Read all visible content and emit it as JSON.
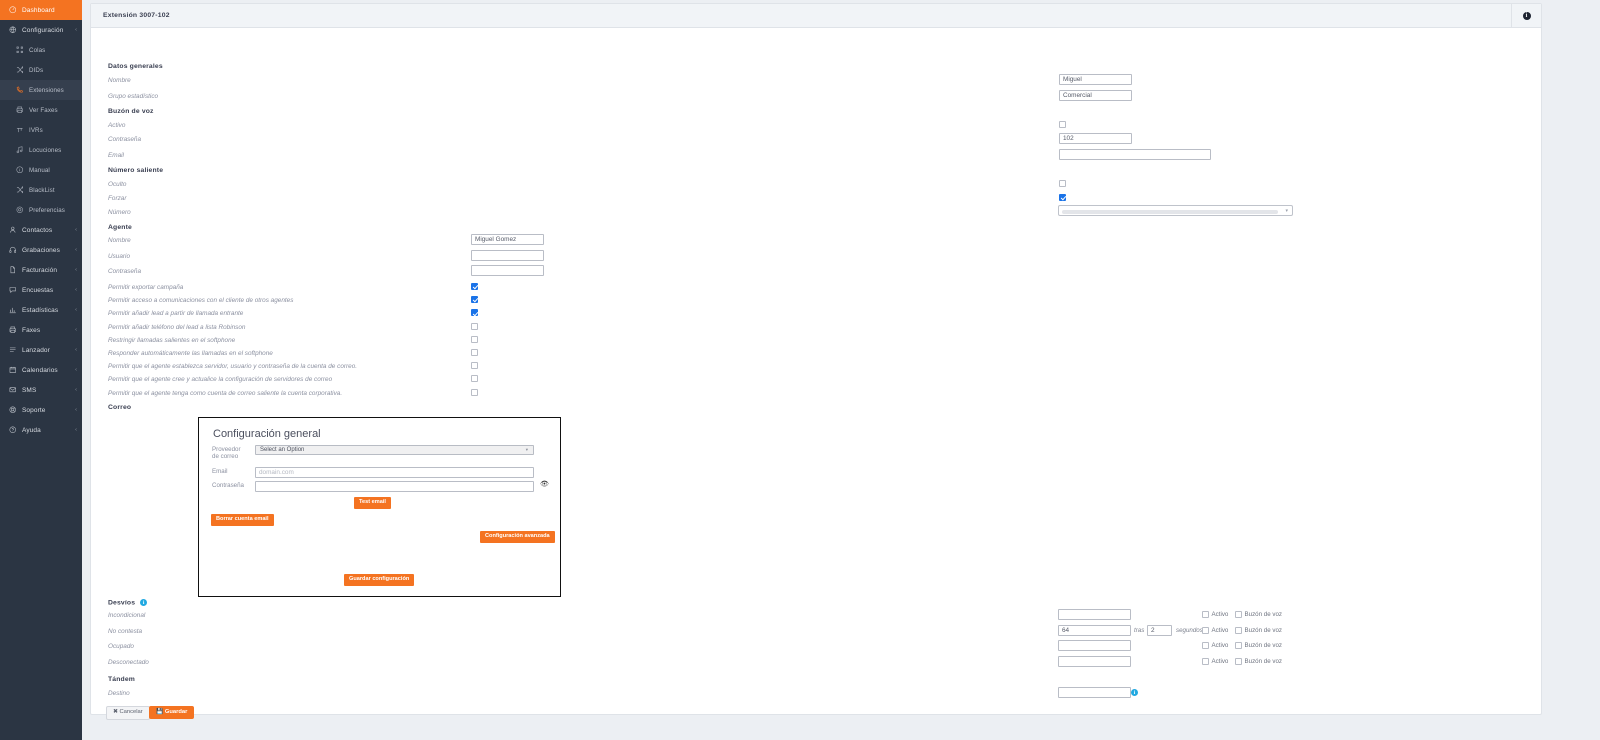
{
  "sidebar": {
    "items": [
      {
        "label": "Dashboard",
        "icon": "dashboard-icon",
        "state": "active-orange",
        "level": "top",
        "caret": false
      },
      {
        "label": "Configuración",
        "icon": "gear-globe-icon",
        "state": "group",
        "level": "top",
        "caret": true
      },
      {
        "label": "Colas",
        "icon": "queue-icon",
        "state": "",
        "level": "sub",
        "caret": false
      },
      {
        "label": "DIDs",
        "icon": "shuffle-icon",
        "state": "",
        "level": "sub",
        "caret": false
      },
      {
        "label": "Extensiones",
        "icon": "phone-icon",
        "state": "active-dark",
        "level": "sub",
        "caret": false
      },
      {
        "label": "Ver Faxes",
        "icon": "printer-icon",
        "state": "",
        "level": "sub",
        "caret": false
      },
      {
        "label": "IVRs",
        "icon": "ivr-icon",
        "state": "",
        "level": "sub",
        "caret": false
      },
      {
        "label": "Locuciones",
        "icon": "music-icon",
        "state": "",
        "level": "sub",
        "caret": false
      },
      {
        "label": "Manual",
        "icon": "info-circle-icon",
        "state": "",
        "level": "sub",
        "caret": false
      },
      {
        "label": "BlackList",
        "icon": "shuffle-icon",
        "state": "",
        "level": "sub",
        "caret": false
      },
      {
        "label": "Preferencias",
        "icon": "gear-icon",
        "state": "",
        "level": "sub",
        "caret": false
      },
      {
        "label": "Contactos",
        "icon": "user-icon",
        "state": "group",
        "level": "top",
        "caret": true
      },
      {
        "label": "Grabaciones",
        "icon": "headphones-icon",
        "state": "group",
        "level": "top",
        "caret": true
      },
      {
        "label": "Facturación",
        "icon": "file-icon",
        "state": "group",
        "level": "top",
        "caret": true
      },
      {
        "label": "Encuestas",
        "icon": "chat-icon",
        "state": "group",
        "level": "top",
        "caret": true
      },
      {
        "label": "Estadísticas",
        "icon": "bar-chart-icon",
        "state": "group",
        "level": "top",
        "caret": true
      },
      {
        "label": "Faxes",
        "icon": "printer-icon",
        "state": "group",
        "level": "top",
        "caret": true
      },
      {
        "label": "Lanzador",
        "icon": "list-icon",
        "state": "group",
        "level": "top",
        "caret": true
      },
      {
        "label": "Calendarios",
        "icon": "calendar-icon",
        "state": "group",
        "level": "top",
        "caret": true
      },
      {
        "label": "SMS",
        "icon": "envelope-icon",
        "state": "group",
        "level": "top",
        "caret": true
      },
      {
        "label": "Soporte",
        "icon": "lifebuoy-icon",
        "state": "group",
        "level": "top",
        "caret": true
      },
      {
        "label": "Ayuda",
        "icon": "question-circle-icon",
        "state": "group",
        "level": "top",
        "caret": true
      }
    ]
  },
  "header": {
    "title": "Extensión 3007-102",
    "info_glyph": "i"
  },
  "sections": {
    "datos_generales": {
      "heading": "Datos generales",
      "nombre_label": "Nombre",
      "nombre_value": "Miguel",
      "grupo_label": "Grupo estadístico",
      "grupo_value": "Comercial"
    },
    "buzon_voz": {
      "heading": "Buzón de voz",
      "activo_label": "Activo",
      "activo_checked": false,
      "contrasena_label": "Contraseña",
      "contrasena_value": "102",
      "email_label": "Email",
      "email_value": ""
    },
    "numero_saliente": {
      "heading": "Número saliente",
      "oculto_label": "Oculto",
      "oculto_checked": false,
      "forzar_label": "Forzar",
      "forzar_checked": true,
      "numero_label": "Número",
      "numero_value": ""
    },
    "agente": {
      "heading": "Agente",
      "nombre_label": "Nombre",
      "nombre_value": "Miguel Gomez",
      "usuario_label": "Usuario",
      "usuario_value": "",
      "contrasena_label": "Contraseña",
      "contrasena_value": "",
      "permissions": [
        {
          "label": "Permitir exportar campaña",
          "checked": true
        },
        {
          "label": "Permitir acceso a comunicaciones con el cliente de otros agentes",
          "checked": true
        },
        {
          "label": "Permitir añadir lead a partir de llamada entrante",
          "checked": true
        },
        {
          "label": "Permitir añadir teléfono del lead a lista Robinson",
          "checked": false
        },
        {
          "label": "Restringir llamadas salientes en el softphone",
          "checked": false
        },
        {
          "label": "Responder automáticamente las llamadas en el softphone",
          "checked": false
        },
        {
          "label": "Permitir que el agente establezca servidor, usuario y contraseña de la cuenta de correo.",
          "checked": false
        },
        {
          "label": "Permitir que el agente cree y actualice la configuración de servidores de correo",
          "checked": false
        },
        {
          "label": "Permitir que el agente tenga como cuenta de correo saliente la cuenta corporativa.",
          "checked": false
        }
      ]
    },
    "correo": {
      "heading": "Correo"
    }
  },
  "email_panel": {
    "title": "Configuración general",
    "proveedor_label_line1": "Proveedor",
    "proveedor_label_line2": "de correo",
    "proveedor_value": "Select an Option",
    "email_label": "Email",
    "email_placeholder": "domain.com",
    "email_value": "",
    "contrasena_label": "Contraseña",
    "contrasena_value": "",
    "eye_icon": "eye-icon",
    "test_email_label": "Test email",
    "borrar_label": "Borrar cuenta email",
    "avanzada_label": "Configuración avanzada",
    "guardar_label": "Guardar configuración"
  },
  "desvios": {
    "heading": "Desvíos",
    "info_glyph": "i",
    "option_activo": "Activo",
    "option_buzon": "Buzón de voz",
    "tras_label": "tras",
    "segundos_label": "segundos",
    "rows": [
      {
        "label": "Incondicional",
        "value": "",
        "has_timer": false,
        "timer_value": "",
        "activo": false,
        "buzon": false
      },
      {
        "label": "No contesta",
        "value": "64",
        "has_timer": true,
        "timer_value": "2",
        "activo": false,
        "buzon": false
      },
      {
        "label": "Ocupado",
        "value": "",
        "has_timer": false,
        "timer_value": "",
        "activo": false,
        "buzon": false
      },
      {
        "label": "Desconectado",
        "value": "",
        "has_timer": false,
        "timer_value": "",
        "activo": false,
        "buzon": false
      }
    ]
  },
  "tandem": {
    "heading": "Tándem",
    "destino_label": "Destino",
    "destino_value": "",
    "info_glyph": "i"
  },
  "footer": {
    "cancel_label": "Cancelar",
    "cancel_icon": "x-icon",
    "save_label": "Guardar",
    "save_icon": "floppy-icon"
  },
  "colors": {
    "accent": "#f47321",
    "sidebar_bg": "#2b3543",
    "checkbox_checked": "#1a73e8",
    "info_blue": "#21a9e1"
  }
}
